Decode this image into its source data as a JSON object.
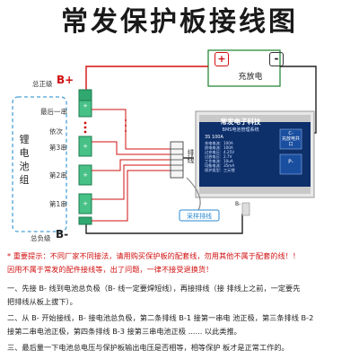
{
  "title": "常发保护板接线图",
  "charger": {
    "plus": "+",
    "minus": "-",
    "label": "充放电"
  },
  "pack": {
    "total_positive_label": "总正级",
    "total_positive_sign": "B+",
    "total_negative_label": "总负级",
    "total_negative_sign": "B-",
    "group_label": [
      "锂",
      "电",
      "池",
      "组"
    ],
    "series_labels": [
      "最后一串",
      "依次",
      "第3串",
      "第2串",
      "第1串"
    ]
  },
  "connector_label": "排线",
  "cable_label": "采样排线",
  "board": {
    "brand": "常发电子科技",
    "subtitle": "BMS电池管理系统",
    "model": "3S 100A",
    "specs": [
      "充电电流：100A",
      "放电电流：100A",
      "过充电压：4.25V",
      "过放电压：2.7V",
      "工作电流：10uA",
      "均衡电流：35mA",
      "保护类型：三元锂"
    ],
    "pad_b": "B-",
    "pad_c": "C-\n充放电共口",
    "pad_p": "P-"
  },
  "notes": {
    "warning": "* 重要提示：不同厂家不同接法，请用购买保护板的配套线，勿用其他不属于配套的线！！",
    "warning2": "因用不属于常发的配件接线等，出了问题，一律不接受退换货！",
    "step1a": "一、先接 B- 线到电池总负极（B- 线一定要焊短线），再接排线（接 排线上之前，一定要先",
    "step1b": "把排线从板上拔下）。",
    "step2a": "二、从 B- 开始接线，B- 接电池总负极，第二条排线 B-1 接第一串电 池正极，第三条排线 B-2",
    "step2b": "接第二串电池正极，第四条排线 B-3 接第三串电池正极 ...... 以此类推。",
    "step3": "三、最后量一下电池总电压与保护板输出电压是否相等，相等保护 板才是正常工作的。"
  }
}
